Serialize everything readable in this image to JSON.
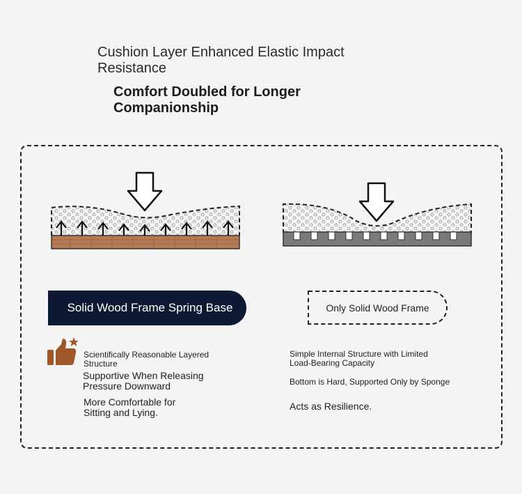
{
  "header": {
    "title": "Cushion Layer Enhanced Elastic Impact Resistance",
    "subtitle": "Comfort Doubled for Longer Companionship"
  },
  "left": {
    "label": "Solid Wood Frame Spring Base",
    "points": [
      "Scientifically Reasonable Layered Structure",
      "Supportive When Releasing Pressure Downward",
      "More Comfortable for Sitting and Lying."
    ]
  },
  "right": {
    "label": "Only Solid Wood Frame",
    "points": [
      "Simple Internal Structure with Limited Load-Bearing Capacity",
      "Bottom is Hard, Supported Only by Sponge",
      "Acts as Resilience."
    ]
  },
  "colors": {
    "wood": "#b57a55",
    "frame_gray": "#7a7a7a",
    "pill_navy": "#0e1a33",
    "thumb_brown": "#a0582b"
  },
  "icons": [
    "down-arrow-icon",
    "up-arrow-icon",
    "thumbs-up-icon",
    "star-icon"
  ]
}
